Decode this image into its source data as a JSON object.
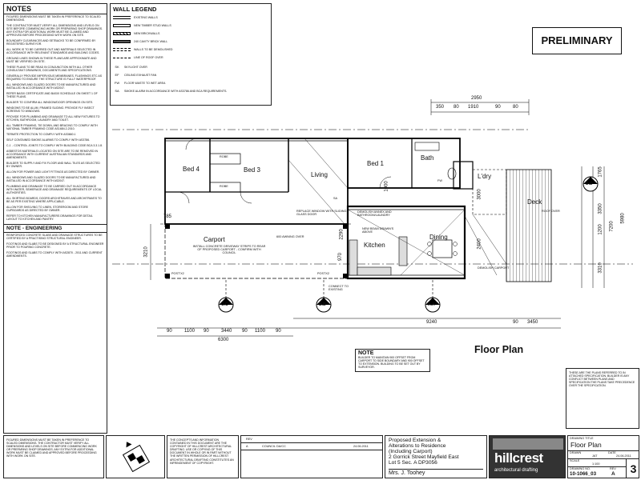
{
  "notes": {
    "title": "NOTES",
    "items": [
      "FIGURED DIMENSIONS MUST BE TAKEN IN PREFERENCE TO SCALED DIMENSIONS.",
      "THE CONTRACTOR MUST VERIFY ALL DIMENSIONS AND LEVELS ON SITE BEFORE COMMENCING WORK OR PREPARING SHOP DRAWINGS. ANY EXTRA FOR ADDITIONAL WORK MUST BE CLAIMED AND APPROVED BEFORE PROCEEDING WITH WORK ON SITE.",
      "BOUNDARY CLEARANCES AND SETBACKS TO BE CONFIRMED BY REGISTERED SURVEYOR.",
      "ALL WORK IS TO BE CARRIED OUT AND MATERIALS SELECTED IN ACCORDANCE WITH RELEVANT STANDARDS AND BUILDING CODES.",
      "GROUND LINES SHOWN IN THESE PLANS ARE APPROXIMATE AND MUST BE VERIFIED ON SITE.",
      "THESE PLANS TO BE READ IN CONJUNCTION WITH ALL OTHER CONSULTANT DRAWINGS, DOCUMENTS AND SPECIFICATIONS.",
      "GENERALLY PROVIDE IMPERVIOUS MEMBRANES, FLASHINGS ETC AS REQUIRED TO ENSURE THE STRUCTURE IS FULLY WATERPROOF.",
      "ALL WINDOWS AND GLAZED DOORS TO BE MANUFACTURED AND INSTALLED IN ACCORDANCE WITH AS2047.",
      "REFER BASIX CERTIFICATE AND BASIX SCHEDULE ON SHEET 1 OF THESE PLANS.",
      "BUILDER TO CONFIRM ALL WINDOW/DOOR OPENINGS ON SITE.",
      "WINDOWS TO BE ALUM. FRAMED SLIDING. PROVIDE FLY INSECT SCREENS TO WINDOWS.",
      "PROVIDE FOR PLUMBING AND DRAINAGE TO ALL NEW FIXTURES TO KITCHEN, BATHROOM, LAUNDRY AND TOILET.",
      "ALL TIMBER FRAMING, TIE DOWN, AND BRACING TO COMPLY WITH NATIONAL TIMBER FRAMING CODE AS1684.2-2010.",
      "TERMITE PROTECTION TO COMPLY WITH AS3660.1",
      "SELF CONTAINED SMOKE ALARMS TO COMPLY WITH AS3786.",
      "C.J. - CONTROL JOINTS TO COMPLY WITH BUILDING CODE BCA 3.3.1.8.",
      "ASBESTOS MATERIALS LOCATED ON SITE ARE TO BE REMOVED IN ACCORDANCE WITH CURRENT AUSTRALIAN STANDARDS AND AMENDMENTS.",
      "BUILDER TO SUPPLY AND FIX FLOOR AND WALL TILES AS SELECTED BY OWNER.",
      "ALLOW FOR POWER AND LIGHT FITTINGS AS DIRECTED BY OWNER.",
      "ALL WINDOWS AND GLAZED DOORS TO BE MANUFACTURED AND INSTALLED IN ACCORDANCE WITH AS2047.",
      "PLUMBING AND DRAINAGE TO BE CARRIED OUT IN ACCORDANCE WITH WATER, SEWERAGE AND DRAINAGE REQUIREMENTS OF LOCAL AUTHORITIES.",
      "ALL SKIRTING BOARDS, DOORS ARCHITRAVES AND ARCHITRAVES TO BE AS PER EXISTING WHERE APPLICABLE.",
      "ALLOW FOR SHELVING TO LINEN, STOREROOM AND STORE CUPBOARDS AS DIRECTED BY OWNER.",
      "REFER TO KITCHEN MANUFACTURERS DRAWINGS FOR DETAIL LAYOUT TO KITCHEN AND PANTRY."
    ],
    "engineering_title": "NOTE - ENGINEERING",
    "engineering_items": [
      "REINFORCED CONCRETE SLABS AND DRAINAGE STRUCTURES TO BE CERTIFIED BY A PRACTISING STRUCTURAL ENGINEER.",
      "FOOTINGS AND SLABS TO BE DESIGNED BY A STRUCTURAL ENGINEER PRIOR TO POURING CONCRETE.",
      "FOOTINGS AND SLABS TO COMPLY WITH AS2870 - 2011 AND CURRENT AMENDMENTS."
    ]
  },
  "wall_legend": {
    "title": "WALL LEGEND",
    "rows": [
      "EXISTING WALLS",
      "NEW TIMBER STUD WALLS",
      "NEW BRICKWALLS",
      "240 CAVITY BRICK WALL",
      "WALLS TO BE DEMOLISHED",
      "LINE OF ROOF OVER"
    ],
    "symbol_rows": [
      {
        "code": "SK",
        "text": "SKYLIGHT OVER"
      },
      {
        "code": "EF",
        "text": "CEILING EXHAUST FAN"
      },
      {
        "code": "FW",
        "text": "FLOOR WASTE TO WET AREA"
      },
      {
        "code": "SA",
        "text": "SMOKE ALARM IN ACCORDANCE WITH AS3786 AND BCA REQUIREMENTS."
      }
    ]
  },
  "stamp": "PRELIMINARY",
  "rooms": {
    "bed4": "Bed 4",
    "bed3": "Bed 3",
    "living": "Living",
    "bed1": "Bed 1",
    "bath": "Bath",
    "laundry": "L'dry",
    "deck": "Deck",
    "carport": "Carport",
    "kitchen": "Kitchen",
    "dining": "Dining"
  },
  "plan_labels": {
    "robe1": "ROBE",
    "robe2": "ROBE",
    "replace_window": "REPLACE WINDOW WITH SLIDING GLASS DOOR",
    "demolish_annex": "DEMOLISH ANNEX AND BATHROOM/LAUNDRY",
    "new_beam": "NEW BEAM DRAWN'S ABOVE",
    "awning_door": "600 AWNING OVER",
    "carport_note": "INSTALL CONCRETE DRIVEWAY STRIPS TO REAR OF PROPOSED CARPORT - CONFIRM WITH COUNCIL",
    "post1": "POST'x2",
    "post2": "POSTx2",
    "connect_existing": "CONNECT TO EXISTING",
    "demolish_carport": "DEMOLISH CARPORT",
    "roof_over": "ROOF OVER",
    "fw": "FW",
    "sa": "SA"
  },
  "dimensions": {
    "top_total": "2950",
    "top_parts": [
      "350",
      "80",
      "1910",
      "90",
      "80"
    ],
    "bottom_left_total": "6300",
    "bottom_left_parts": [
      "90",
      "1100",
      "90",
      "3440",
      "90",
      "1100",
      "90"
    ],
    "bottom_right_total": "9240",
    "bottom_right_parts": [
      "90",
      "3450"
    ],
    "right_parts": [
      "1765",
      "3350",
      "1200",
      "7200",
      "5980",
      "3310"
    ],
    "left_parts": [
      "785",
      "3210"
    ],
    "mid_parts": [
      "1000",
      "3000",
      "2290",
      "970",
      "2400"
    ]
  },
  "section_markers": [
    "C.C",
    "B.B",
    "A.A",
    "D.D"
  ],
  "floor_plan_title": "Floor Plan",
  "note_box": {
    "title": "NOTE",
    "text": "BUILDER TO MAINTAIN 900 OFFSET FROM CARPORT TO SIDE BOUNDARY AND 900 OFFSET TO EXTENSION. BUILDING TO BE SET OUT BY SURVEYOR."
  },
  "right_note": "THESE ARE THE PLANS REFERRED TO IN ATTACHED SPECIFICATION. BUILDER IS ANY CONFLICT BETWEEN PLANS AND SPECIFICATION THE PLANS TAKE PRECEDENCE OVER THE SPECIFICATION.",
  "title_block": {
    "dims_note": "FIGURED DIMENSIONS MUST BE TAKEN IN PREFERENCE TO SCALED DIMENSIONS. THE CONTRACTOR MUST VERIFY ALL DIMENSIONS AND LEVELS ON SITE BEFORE COMMENCING WORK OR PREPARING SHOP DRAWINGS. ANY EXTRA FOR ADDITIONAL WORK MUST BE CLAIMED AND APPROVED BEFORE PROCEEDING WITH WORK ON SITE.",
    "copyright": "THE CONCEPTS AND INFORMATION CONTAINED IN THIS DOCUMENT ARE THE COPYRIGHT OF HILLCREST ARCHITECTURAL DRAFTING. USE OR COPYING OF THIS DOCUMENT IN WHOLE OR IN PART WITHOUT THE WRITTEN PERMISSION OF HILLCREST ARCHITECTURAL DRAFTING CONSTITUTES AN INFRINGEMENT OF COPYRIGHT.",
    "revision_col": "REV",
    "revision": "A",
    "revision_desc": "COUNCIL DA/CC",
    "revision_date": "24.06.2011",
    "project_lines": [
      "Proposed Extension &",
      "Alterations to Residence",
      "(Including Carport)",
      "2 Gorrick Street Mayfield East",
      "Lot 5 Sec. A DP3056"
    ],
    "client": "Mrs. J. Toohey",
    "firm": "hillcrest",
    "firm_sub": "architectural drafting",
    "drawing_title_label": "DRAWING TITLE",
    "drawing_title": "Floor Plan",
    "drawn_label": "DRAWN",
    "drawn": "JAT",
    "date_label": "DATE",
    "date": "24.06.2011",
    "scale_label": "SCALE",
    "scale": "1:100",
    "drawing_no_label": "DRAWING No.",
    "drawing_no": "10-1066_03",
    "rev_label": "REV",
    "rev": "A",
    "sheet": "3"
  }
}
